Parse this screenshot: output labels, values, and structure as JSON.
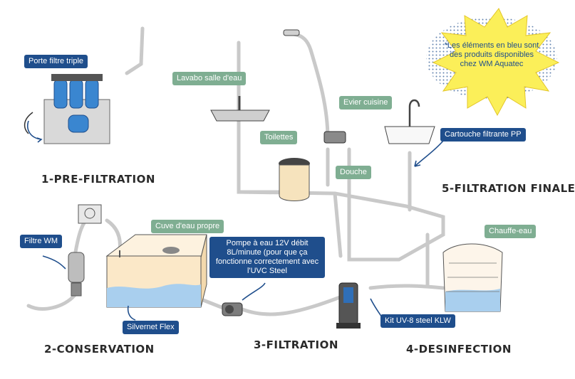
{
  "note": "*Les éléments en bleu sont des produits disponibles chez WM Aquatec",
  "steps": {
    "s1": "1-PRE-FILTRATION",
    "s2": "2-CONSERVATION",
    "s3": "3-FILTRATION",
    "s4": "4-DESINFECTION",
    "s5": "5-FILTRATION FINALE"
  },
  "labels": {
    "porte_filtre": "Porte filtre triple",
    "filtre_wm": "Filtre WM",
    "cuve": "Cuve d'eau propre",
    "silvernet": "Silvernet Flex",
    "pompe": "Pompe à eau 12V débit 8L/minute (pour que ça fonctionne correctement avec l'UVC Steel",
    "kit_uv": "Kit UV-8 steel KLW",
    "chauffe_eau": "Chauffe-eau",
    "cartouche": "Cartouche filtrante PP",
    "lavabo": "Lavabo salle d'eau",
    "toilettes": "Toilettes",
    "evier": "Evier cuisine",
    "douche": "Douche"
  },
  "colors": {
    "blue_product": "#1f4e8c",
    "green_label": "#7fae92",
    "star": "#fbef59",
    "water": "#a9cfee",
    "tank": "#fbe8c8"
  }
}
